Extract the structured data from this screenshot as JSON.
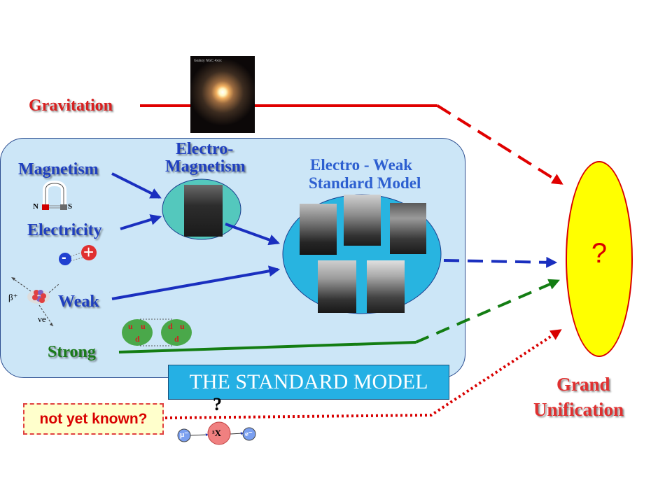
{
  "labels": {
    "gravitation": "Gravitation",
    "magnetism": "Magnetism",
    "electricity": "Electricity",
    "weak": "Weak",
    "strong": "Strong",
    "electro_magnetism_1": "Electro-",
    "electro_magnetism_2": "Magnetism",
    "electro_weak_1": "Electro - Weak",
    "electro_weak_2": "Standard Model",
    "grand_unification_1": "Grand",
    "grand_unification_2": "Unification",
    "grand_question": "?",
    "standard_model_box": "THE STANDARD MODEL",
    "not_yet_known": "not yet known?",
    "question_mark": "?"
  },
  "magnet": {
    "north": "N",
    "south": "S"
  },
  "charges": {
    "minus": "-",
    "plus": "+"
  },
  "decay": {
    "beta": "β⁺",
    "neutrino": "νe"
  },
  "quarks": {
    "proton": [
      "u",
      "u",
      "d"
    ],
    "neutron": [
      "d",
      "u",
      "d"
    ]
  },
  "lepton_process": {
    "muon": "μ⁻",
    "nucleus": "ᶻX",
    "electron": "e⁻"
  },
  "galaxy_caption": "Galaxy NGC 4xxx",
  "colors": {
    "gravitation_line": "#e00000",
    "electroweak_line": "#1a2fbf",
    "strong_line": "#137d13",
    "unknown_line": "#d80000",
    "panel": "#cce6f7",
    "oval_electromagnetism": "#54c8bd",
    "oval_electroweak": "#28b4e0",
    "grand_oval": "#ffff00",
    "label_red": "#d82020",
    "label_blue": "#1f3fbf",
    "label_green": "#1a7a1a",
    "standard_model_box": "#25b0e4"
  },
  "icons": [
    "galaxy-photo",
    "horseshoe-magnet-icon",
    "nucleus-icon",
    "portrait-photo"
  ]
}
